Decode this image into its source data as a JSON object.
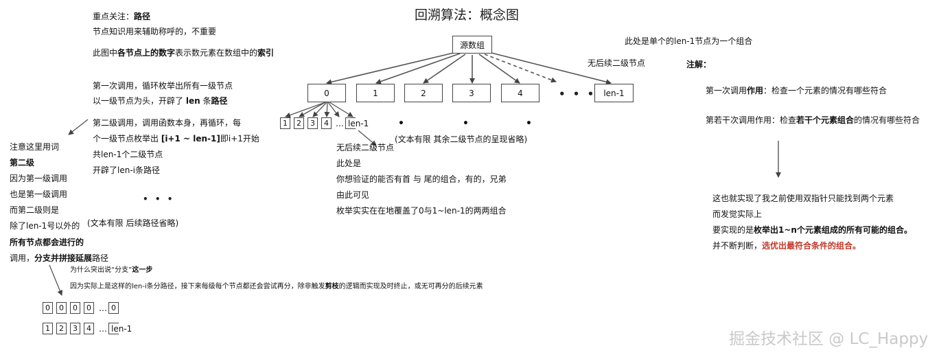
{
  "title": "回溯算法：概念图",
  "root_label": "源数组",
  "level1": [
    "0",
    "1",
    "2",
    "3",
    "4",
    "len-1"
  ],
  "level1_dots": "• • •",
  "level2": [
    "1",
    "2",
    "3",
    "4"
  ],
  "level2_ellipsis": "…",
  "level2_last": "len-1",
  "right_top_note": "此处是单个的len-1节点为一个组合",
  "no_second_level": "无后续二级节点",
  "left_top": {
    "l1_a": "重点关注：",
    "l1_b": "路径",
    "l2": "节点知识用来辅助称呼的，不重要",
    "l3_a": "此图中",
    "l3_b": "各节点上的数字",
    "l3_c": "表示数元素在数组中的",
    "l3_d": "索引",
    "l4": "第一次调用，循环枚举出所有一级节点",
    "l5_a": "以一级节点为头，开辟了 ",
    "l5_b": "len",
    "l5_c": " 条",
    "l5_d": "路径",
    "l6": "第二级调用，调用函数本身，再循环，每",
    "l7_a": "个一级节点枚举出 ",
    "l7_b": "[i+1 ~ len-1]",
    "l7_c": "即i+1开始",
    "l8": "共len-1个二级节点",
    "l9": "开辟了len-i条路径",
    "dots": "• • •",
    "omit": "(文本有限 后续路径省略)"
  },
  "left_side": {
    "s1": "注意这里用词",
    "s2": "第二级",
    "s3": "因为第一级调用",
    "s4": "也是第一级调用",
    "s5": "而第二级则是",
    "s6": "除了len-1号以外的",
    "s7": "所有节点都会进行的",
    "s8_a": "调用，",
    "s8_b": "分支并拼接延展",
    "s8_c": "路径"
  },
  "bottom_left": {
    "q_a": "为什么突出说“分支”",
    "q_b": "这一步",
    "reason_a": "因为实际上是这样的len-i条分路径，接下来每级每个节点都还会尝试再分，除非触发",
    "reason_b": "剪枝",
    "reason_c": "的逻辑而实现及时终止，或无可再分的后续元素",
    "row1": [
      "0",
      "0",
      "0",
      "0"
    ],
    "row1_last": "0",
    "row2": [
      "1",
      "2",
      "3",
      "4"
    ],
    "row2_last": "len-1",
    "ellipsis": "…"
  },
  "middle": {
    "omit": "(文本有限 其余二级节点的呈现省略)",
    "m1": "无后续二级节点",
    "m2": "此处是",
    "m3": "你想验证的能否有首 与 尾的组合，有的，兄弟",
    "m4": "由此可见",
    "m5": "枚举实实在在地覆盖了0与1~len-1的两两组合"
  },
  "right": {
    "note": "注解：",
    "r1_a": "第一次调用",
    "r1_b": "作用",
    "r1_c": "：检查一个元素的情况有哪些符合",
    "r2_a": "第若干次调用作用：检查",
    "r2_b": "若干个元素组合",
    "r2_c": "的情况有哪些符合",
    "c1": "这也就实现了我之前使用双指针只能找到两个元素",
    "c2": "而发觉实际上",
    "c3_a": "要实现的是",
    "c3_b": "枚举出1~n个元素组成的所有可能的组合。",
    "c4_a": "并不断判断，",
    "c4_b": "选优出最符合条件的组合。"
  },
  "watermark": "掘金技术社区 @ LC_Happy"
}
